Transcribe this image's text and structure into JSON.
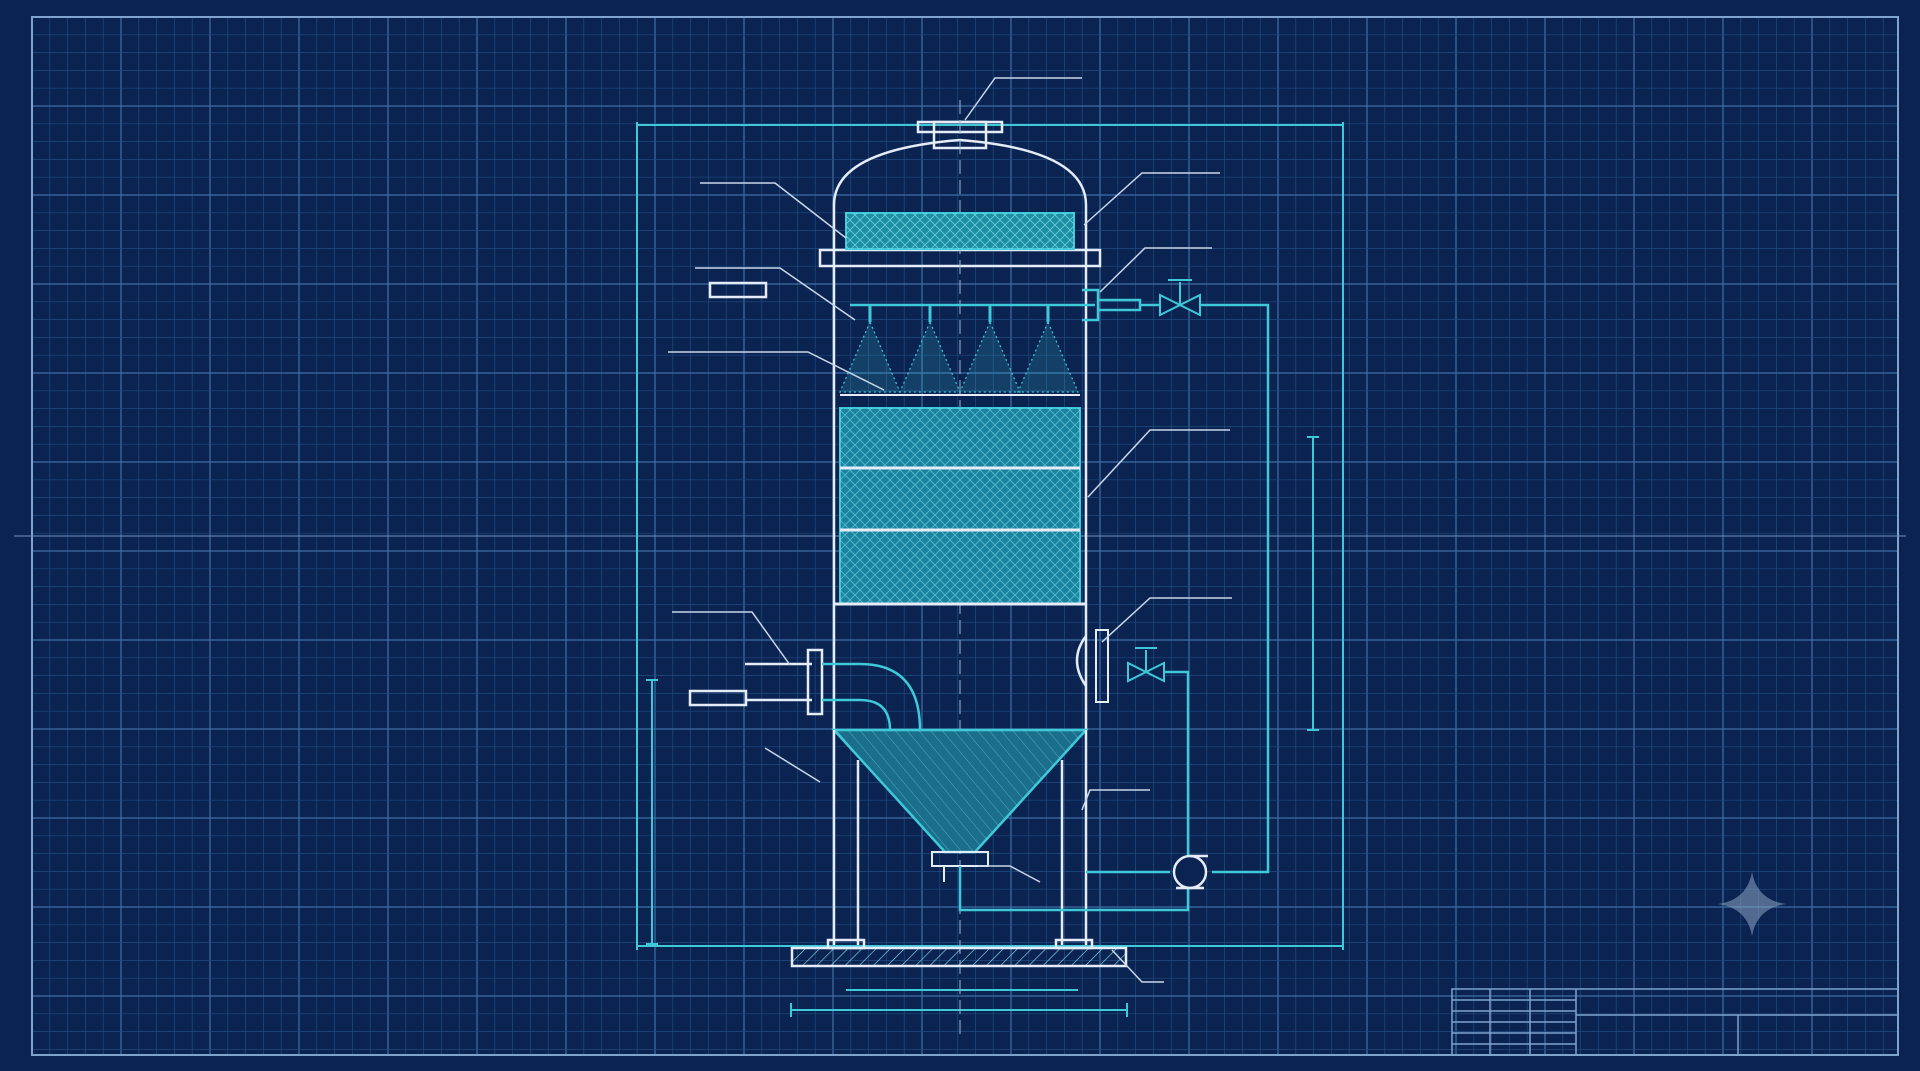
{
  "drawing": {
    "colors": {
      "background": "#0b2350",
      "grid_minor": "#1f4a80",
      "grid_major": "#3f6fa6",
      "outline": "#e4edf7",
      "accent": "#3ec9d8",
      "accent_fill": "#1d8fa3",
      "leader": "#c9d8ea"
    },
    "icons": {
      "watermark": "sparkle-icon",
      "valve": "gate-valve-icon",
      "pump": "centrifugal-pump-icon",
      "nozzle": "spray-nozzle-icon"
    },
    "components": {
      "top_nozzle": "outlet-nozzle",
      "demister": "mist-eliminator",
      "spray_header": "spray-header",
      "packing": "packed-bed",
      "gas_inlet": "gas-inlet-pipe",
      "sump": "conical-sump",
      "pump": "recirculation-pump",
      "skid": "base-skid"
    }
  }
}
